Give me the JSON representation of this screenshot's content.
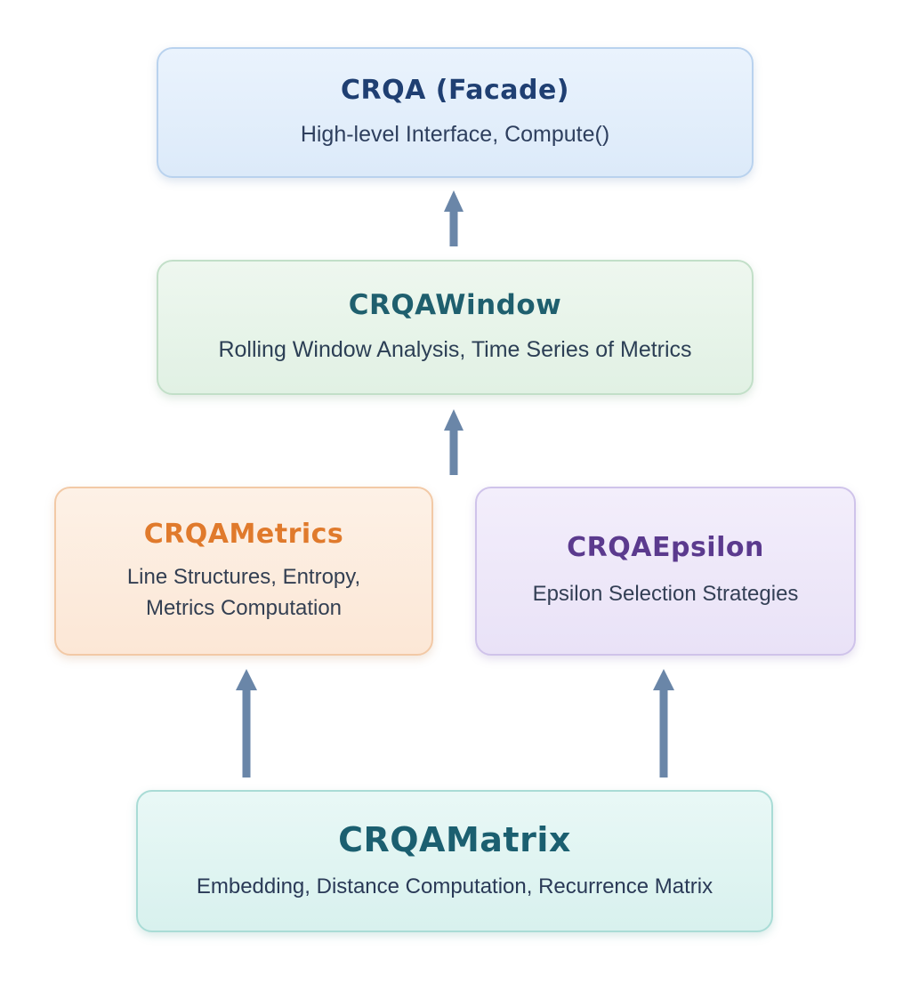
{
  "boxes": {
    "facade": {
      "title": "CRQA (Facade)",
      "desc": "High-level Interface, Compute()"
    },
    "window": {
      "title": "CRQAWindow",
      "desc": "Rolling Window Analysis, Time Series of Metrics"
    },
    "metrics": {
      "title": "CRQAMetrics",
      "desc_line1": "Line Structures, Entropy,",
      "desc_line2": "Metrics Computation"
    },
    "epsilon": {
      "title": "CRQAEpsilon",
      "desc": "Epsilon Selection Strategies"
    },
    "matrix": {
      "title": "CRQAMatrix",
      "desc": "Embedding, Distance Computation, Recurrence Matrix"
    }
  },
  "edges": [
    {
      "from": "window",
      "to": "facade"
    },
    {
      "from": "metrics",
      "to": "window"
    },
    {
      "from": "matrix",
      "to": "metrics"
    },
    {
      "from": "matrix",
      "to": "epsilon"
    }
  ],
  "colors": {
    "arrow": "#6a86a8",
    "facade_title": "#1f3f72",
    "window_title": "#1f5f6e",
    "metrics_title": "#e07a2c",
    "epsilon_title": "#5b3a8e",
    "matrix_title": "#1b5f70"
  }
}
